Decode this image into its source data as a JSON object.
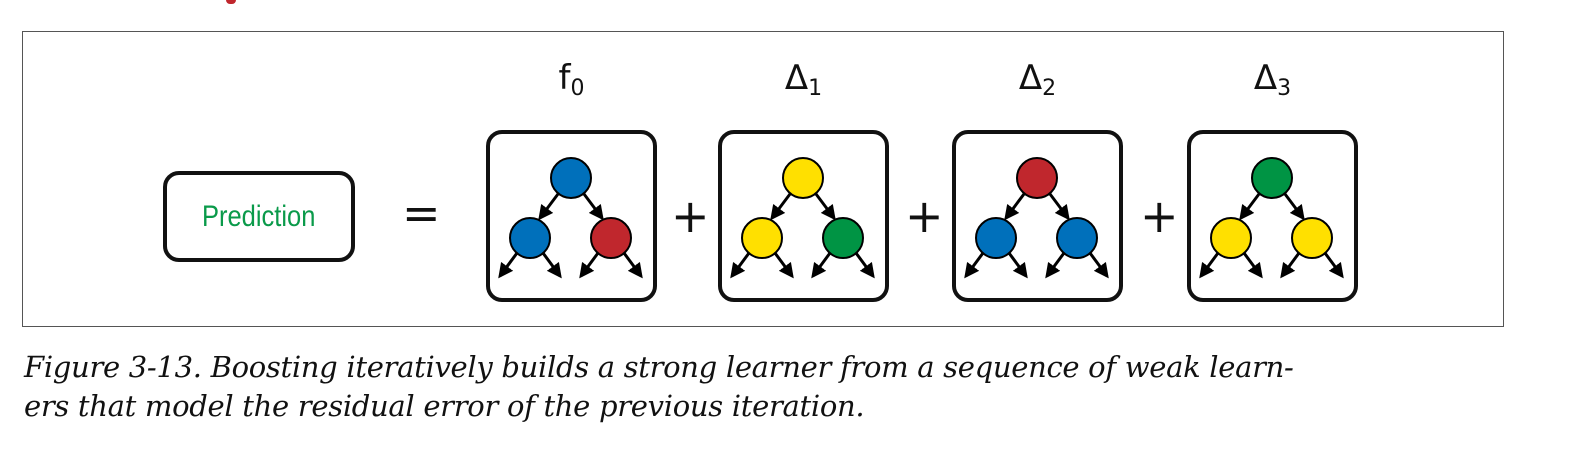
{
  "diagram": {
    "prediction_label": "Prediction",
    "equals": "=",
    "plus": "+",
    "colors": {
      "blue": "#0070BB",
      "red": "#C0272D",
      "yellow": "#FFE000",
      "green": "#009444",
      "prediction_text": "#0A9A4A"
    },
    "learners": [
      {
        "symbol": "f",
        "subscript": "0",
        "nodes": [
          "blue",
          "blue",
          "red"
        ]
      },
      {
        "symbol": "Δ",
        "subscript": "1",
        "nodes": [
          "yellow",
          "yellow",
          "green"
        ]
      },
      {
        "symbol": "Δ",
        "subscript": "2",
        "nodes": [
          "red",
          "blue",
          "blue"
        ]
      },
      {
        "symbol": "Δ",
        "subscript": "3",
        "nodes": [
          "green",
          "yellow",
          "yellow"
        ]
      }
    ]
  },
  "caption": {
    "line1": "Figure 3-13. Boosting iteratively builds a strong learner from a sequence of weak learn-",
    "line2": "ers that model the residual error of the previous iteration."
  }
}
